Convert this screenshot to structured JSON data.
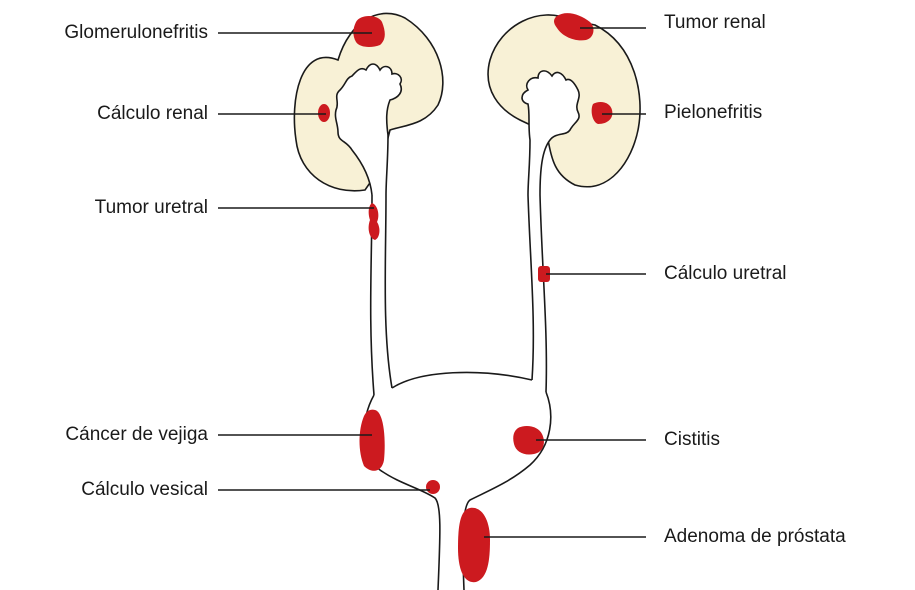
{
  "colors": {
    "kidney_fill": "#f8f1d6",
    "outline": "#1a1a1a",
    "lesion": "#cc1a1f",
    "lesion_dark": "#9e1216",
    "background": "#ffffff"
  },
  "labels": {
    "glomerulonefritis": "Glomerulonefritis",
    "calculo_renal": "Cálculo renal",
    "tumor_uretral": "Tumor uretral",
    "cancer_vejiga": "Cáncer de vejiga",
    "calculo_vesical": "Cálculo vesical",
    "tumor_renal": "Tumor renal",
    "pielonefritis": "Pielonefritis",
    "calculo_uretral": "Cálculo uretral",
    "cistitis": "Cistitis",
    "adenoma_prostata": "Adenoma de próstata"
  }
}
